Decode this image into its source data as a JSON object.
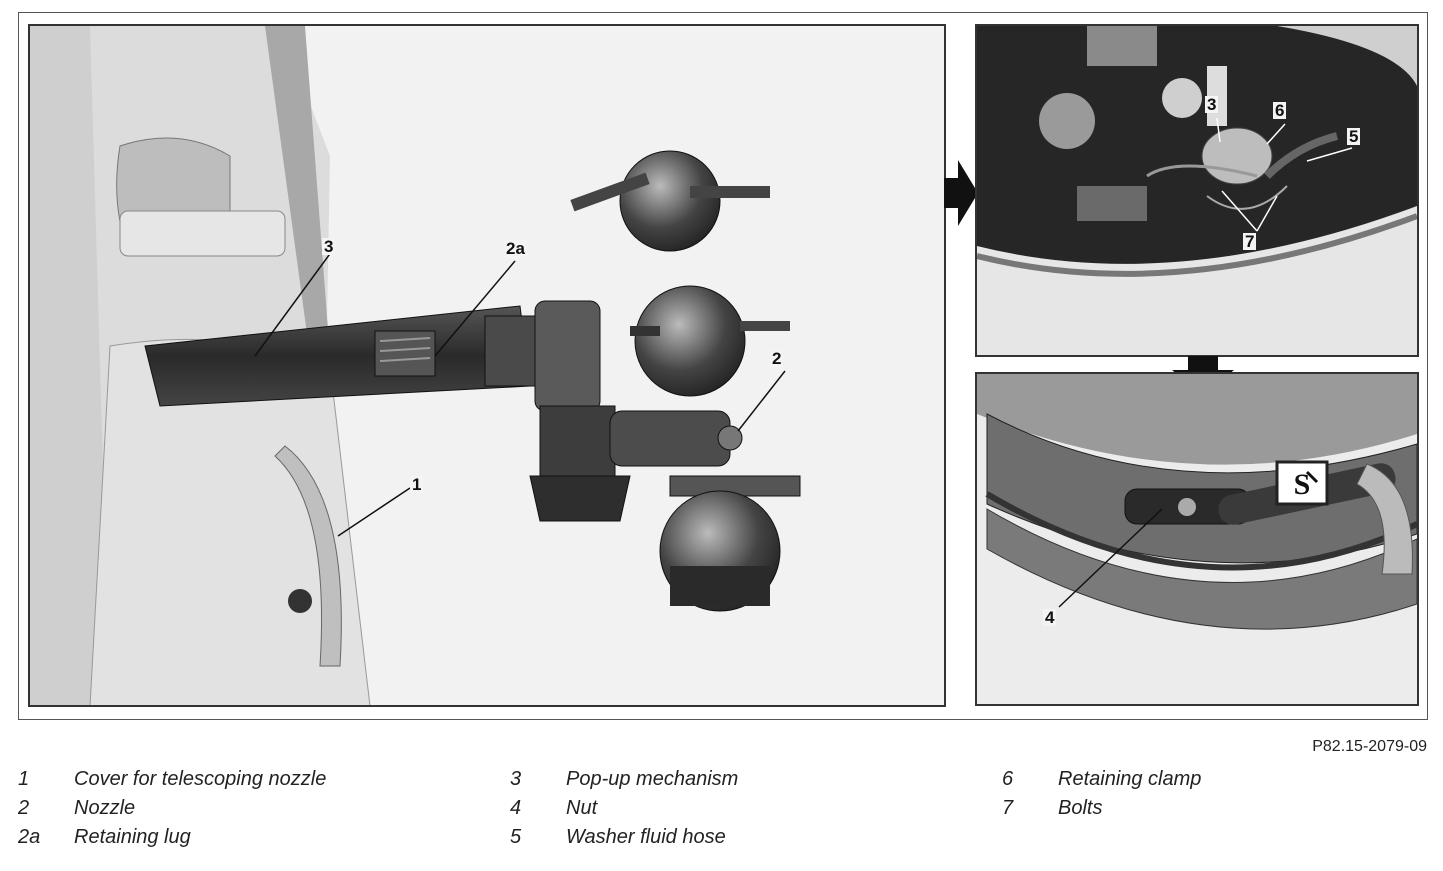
{
  "figure": {
    "reference": "P82.15-2079-09",
    "main_callouts": {
      "c3": "3",
      "c2a": "2a",
      "c2": "2",
      "c1": "1"
    },
    "top_right_callouts": {
      "c3": "3",
      "c6": "6",
      "c5": "5",
      "c7": "7"
    },
    "bottom_right_callouts": {
      "c4": "4"
    },
    "special_tool_symbol": "special-tool-icon"
  },
  "legend": {
    "col1": [
      {
        "num": "1",
        "text": "Cover for telescoping nozzle"
      },
      {
        "num": "2",
        "text": "Nozzle"
      },
      {
        "num": "2a",
        "text": "Retaining lug"
      }
    ],
    "col2": [
      {
        "num": "3",
        "text": "Pop-up mechanism"
      },
      {
        "num": "4",
        "text": "Nut"
      },
      {
        "num": "5",
        "text": "Washer fluid hose"
      }
    ],
    "col3": [
      {
        "num": "6",
        "text": "Retaining clamp"
      },
      {
        "num": "7",
        "text": "Bolts"
      }
    ]
  }
}
